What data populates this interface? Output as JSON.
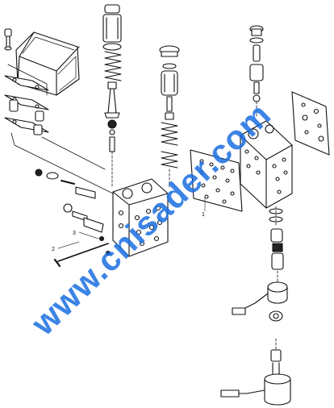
{
  "diagram": {
    "callouts": {
      "one": "1",
      "two": "2",
      "three": "3"
    }
  },
  "watermark": {
    "text": "www.cnisader.com",
    "color": "#1a6fe0"
  }
}
